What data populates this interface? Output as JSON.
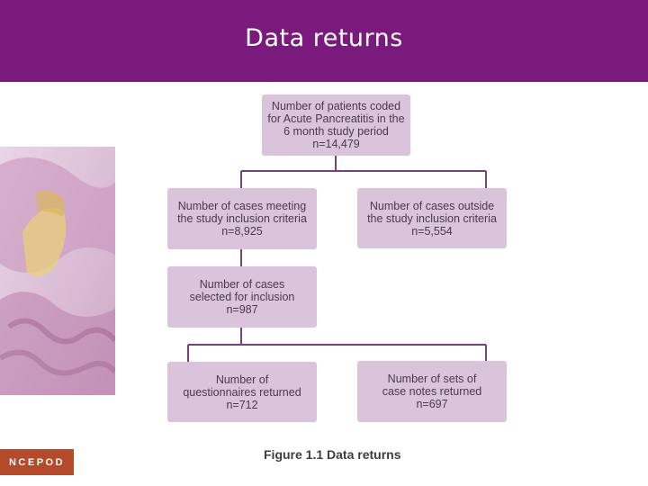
{
  "slide": {
    "title": "Data returns"
  },
  "flowchart": {
    "top": {
      "lines": [
        "Number of patients coded",
        "for Acute Pancreatitis in the",
        "6 month study period",
        "n=14,479"
      ]
    },
    "meeting": {
      "lines": [
        "Number of cases meeting",
        "the study inclusion criteria",
        "n=8,925"
      ]
    },
    "outside": {
      "lines": [
        "Number of cases outside",
        "the study inclusion criteria",
        "n=5,554"
      ]
    },
    "selected": {
      "lines": [
        "Number of cases",
        "selected for inclusion",
        "n=987"
      ]
    },
    "questionnaires": {
      "lines": [
        "Number of",
        "questionnaires returned",
        "n=712"
      ]
    },
    "casenotes": {
      "lines": [
        "Number of sets of",
        "case notes returned",
        "n=697"
      ]
    },
    "caption": "Figure 1.1 Data returns"
  },
  "logo": {
    "text": "NCEPOD"
  },
  "colors": {
    "title_bar": "#7a1a7c",
    "box_fill": "#d9c4dc",
    "connector": "#7a3f7c",
    "logo_bg": "#b34a2c"
  }
}
